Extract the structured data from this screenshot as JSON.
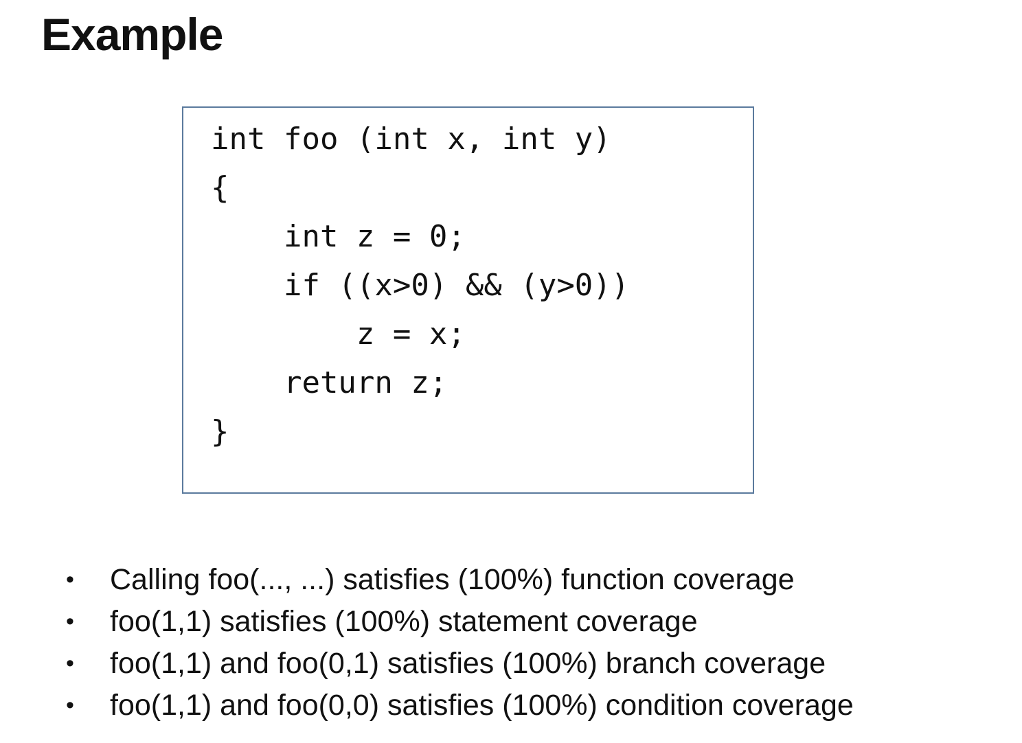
{
  "slide": {
    "title": "Example",
    "code": {
      "lines": [
        "int foo (int x, int y)",
        "{",
        "    int z = 0;",
        "    if ((x>0) && (y>0))",
        "        z = x;",
        "    return z;",
        "}"
      ]
    },
    "bullets": {
      "marker": "•",
      "items": [
        "Calling foo(..., ...) satisfies (100%) function coverage",
        "foo(1,1) satisfies (100%) statement coverage",
        "foo(1,1) and foo(0,1) satisfies (100%) branch coverage",
        "foo(1,1) and foo(0,0) satisfies (100%) condition coverage"
      ]
    },
    "colors": {
      "background": "#ffffff",
      "text": "#111111",
      "box_border": "#5b7a9d"
    }
  }
}
